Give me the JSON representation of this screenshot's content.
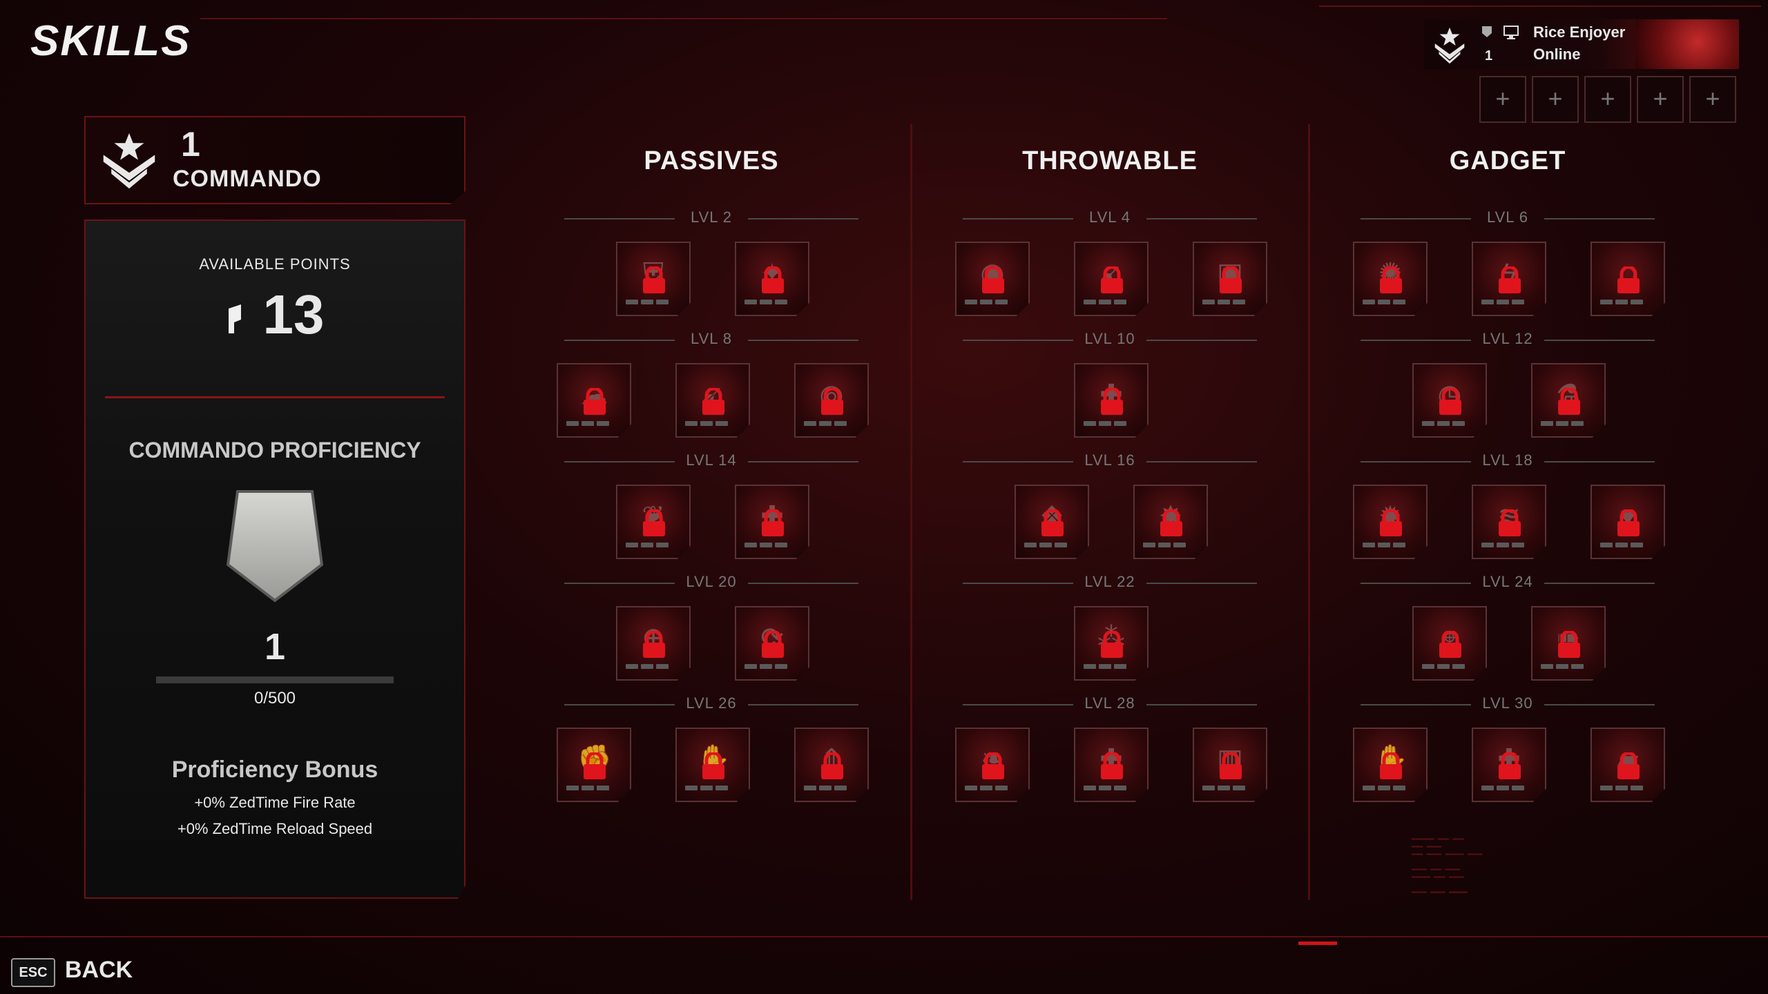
{
  "header": {
    "title": "SKILLS"
  },
  "player": {
    "rank": "1",
    "name": "Rice Enjoyer",
    "status": "Online"
  },
  "party": {
    "slots": [
      "+",
      "+",
      "+",
      "+",
      "+"
    ]
  },
  "class_card": {
    "level": "1",
    "name": "COMMANDO"
  },
  "points": {
    "label": "AVAILABLE POINTS",
    "value": "13"
  },
  "proficiency": {
    "title": "COMMANDO PROFICIENCY",
    "level": "1",
    "progress_text": "0/500",
    "progress_fraction": 0,
    "bonus_title": "Proficiency Bonus",
    "bonuses": [
      "+0% ZedTime Fire Rate",
      "+0% ZedTime Reload Speed"
    ]
  },
  "columns": [
    {
      "title": "PASSIVES",
      "tiers": [
        {
          "label": "LVL 2",
          "skills": [
            "shield-plus",
            "ammo-strike"
          ]
        },
        {
          "label": "LVL 8",
          "skills": [
            "mushroom-cloud",
            "runner",
            "target-ring"
          ]
        },
        {
          "label": "LVL 14",
          "skills": [
            "winged-emblem",
            "ammo-plus"
          ]
        },
        {
          "label": "LVL 20",
          "skills": [
            "crosshair",
            "cycle-arrows"
          ]
        },
        {
          "label": "LVL 26",
          "skills": [
            "fist-strike",
            "blast-hand",
            "rank-up"
          ]
        }
      ]
    },
    {
      "title": "THROWABLE",
      "tiers": [
        {
          "label": "LVL 4",
          "skills": [
            "grenade-ring",
            "thrower",
            "charge-pack"
          ]
        },
        {
          "label": "LVL 10",
          "skills": [
            "grenade-plus"
          ]
        },
        {
          "label": "LVL 16",
          "skills": [
            "frag-grenade",
            "impact-grenade"
          ]
        },
        {
          "label": "LVL 22",
          "skills": [
            "cluster-grenade"
          ]
        },
        {
          "label": "LVL 28",
          "skills": [
            "plume-grenade",
            "grenade-stack-plus",
            "canister"
          ]
        }
      ]
    },
    {
      "title": "GADGET",
      "tiers": [
        {
          "label": "LVL 6",
          "skills": [
            "splatter",
            "shock-device",
            "halo-device"
          ]
        },
        {
          "label": "LVL 12",
          "skills": [
            "timer-device",
            "flask-ring"
          ]
        },
        {
          "label": "LVL 18",
          "skills": [
            "burst",
            "claw",
            "heart-boost"
          ]
        },
        {
          "label": "LVL 24",
          "skills": [
            "aim-reticle",
            "dash-shot"
          ]
        },
        {
          "label": "LVL 30",
          "skills": [
            "splash-hand",
            "device-plus",
            "gauntlet"
          ]
        }
      ]
    }
  ],
  "footer": {
    "key": "ESC",
    "label": "BACK"
  },
  "colors": {
    "accent": "#8a1418",
    "lock": "#e0141c",
    "background": "#1d0507"
  }
}
